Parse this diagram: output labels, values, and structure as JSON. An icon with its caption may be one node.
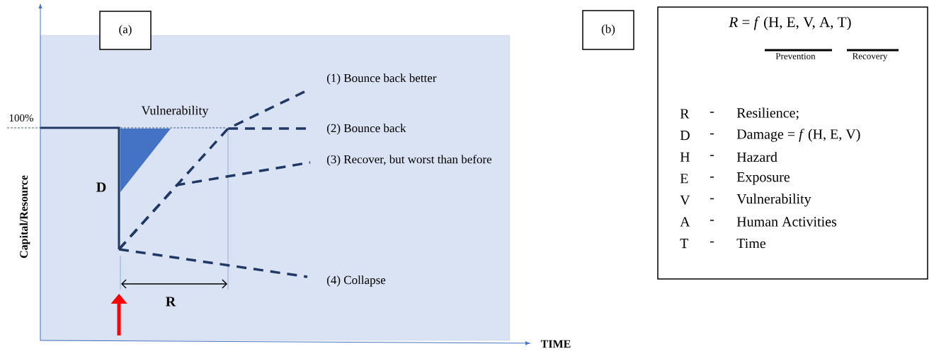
{
  "diagram": {
    "nodes": [
      {
        "text": [
          "(a)"
        ]
      },
      {
        "text": [
          "(b)"
        ]
      },
      {
        "text": [
          "*R* = *f* (H, E, V, A, T)",
          "Prevention",
          "Recovery",
          "R",
          "-",
          "Resilience;",
          "D",
          "-",
          "Damage = *f* (H, E, V)",
          "H",
          "-",
          "Hazard",
          "E",
          "-",
          "Exposure",
          "V",
          "-",
          "Vulnerability",
          "A",
          "-",
          "Human Activities",
          "T",
          "-",
          "Time"
        ]
      }
    ],
    "labels": [
      "100%",
      "Vulnerability",
      "(1) Bounce back better",
      "(2) Bounce back",
      "(3) Recover, but worst than before",
      "D",
      "Capital/Resource",
      "(4) Collapse",
      "R",
      "TIME"
    ]
  }
}
